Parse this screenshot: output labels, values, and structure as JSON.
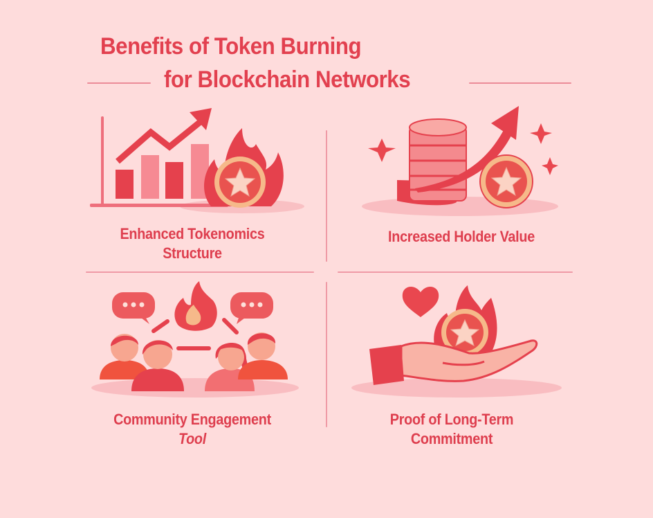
{
  "header": {
    "title_line1": "Benefits of Token Burning",
    "title_line2": "for Blockchain Networks"
  },
  "colors": {
    "background": "#fedcdc",
    "title": "#e2404f",
    "accent_red": "#e5414d",
    "coin_ring": "#f6b98a",
    "star": "#fbd3c4",
    "divider": "#ef9aa6"
  },
  "benefits": [
    {
      "label_line1": "Enhanced Tokenomics",
      "label_line2": "Structure",
      "icon": "rising-bar-chart-with-burning-coin-icon"
    },
    {
      "label_line1": "Increased Holder Value",
      "label_line2": "",
      "icon": "coin-stack-with-upward-arrow-icon"
    },
    {
      "label_line1": "Community Engagement",
      "label_line2": "Tool",
      "icon": "community-around-flame-icon"
    },
    {
      "label_line1": "Proof of Long-Term",
      "label_line2": "Commitment",
      "icon": "hand-holding-burning-coin-icon"
    }
  ]
}
